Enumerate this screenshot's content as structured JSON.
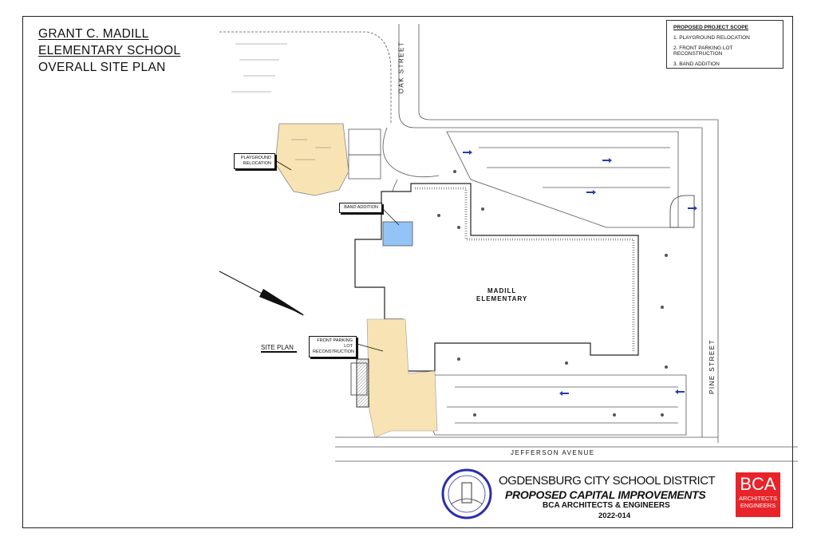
{
  "title": {
    "line1": "GRANT C. MADILL",
    "line2": "ELEMENTARY SCHOOL",
    "line3": "OVERALL SITE PLAN"
  },
  "scope": {
    "heading": "PROPOSED PROJECT SCOPE",
    "items": [
      "1.   PLAYGROUND RELOCATION",
      "2.   FRONT PARKING LOT RECONSTRUCTION",
      "3.   BAND ADDITION"
    ]
  },
  "callouts": {
    "playground": [
      "PLAYGROUND",
      "RELOCATION"
    ],
    "band": "BAND ADDITION",
    "parking": [
      "FRONT PARKING LOT",
      "RECONSTRUCTION"
    ]
  },
  "site_plan_label": "SITE PLAN",
  "building_label": [
    "MADILL",
    "ELEMENTARY"
  ],
  "streets": {
    "oak": "OAK STREET",
    "pine": "PINE STREET",
    "jefferson": "JEFFERSON AVENUE"
  },
  "title_block": {
    "district": "OGDENSBURG CITY SCHOOL DISTRICT",
    "project": "PROPOSED CAPITAL IMPROVEMENTS",
    "firm": "BCA ARCHITECTS & ENGINEERS",
    "number": "2022-014"
  },
  "logo": {
    "big": "BCA",
    "line1": "ARCHITECTS",
    "line2": "ENGINEERS"
  },
  "colors": {
    "playground": "#f8e3b4",
    "band": "#93c4f5",
    "parking": "#f8e3b4",
    "logo": "#e8242a",
    "seal": "#2a2fa8"
  }
}
